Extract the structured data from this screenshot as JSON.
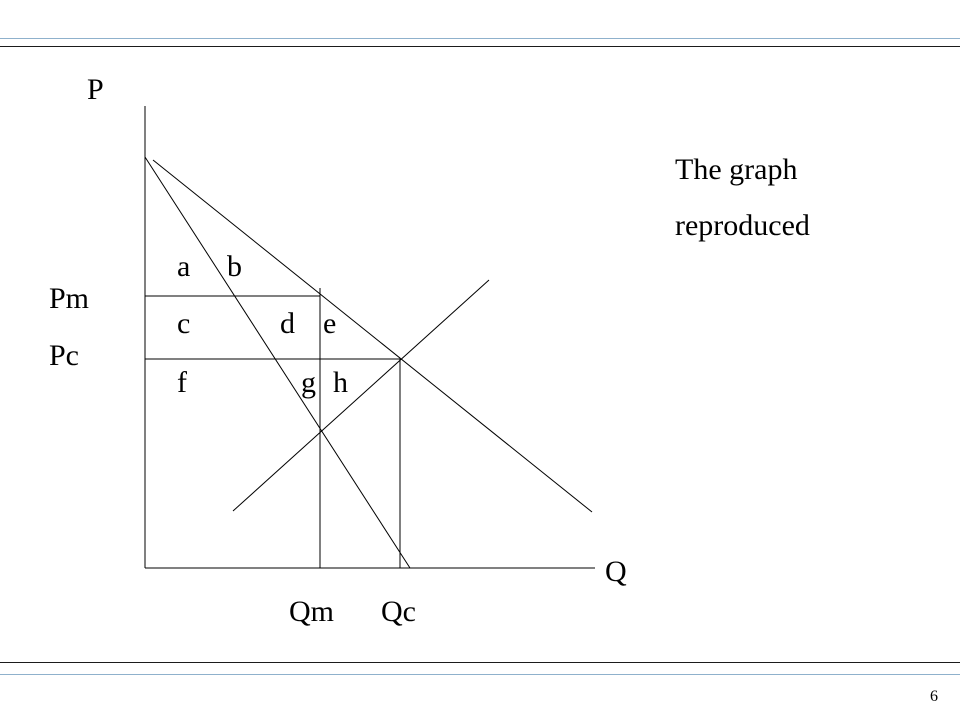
{
  "diagram": {
    "axes": {
      "price": "P",
      "quantity": "Q"
    },
    "price_levels": {
      "monopoly": "Pm",
      "competitive": "Pc"
    },
    "quantity_levels": {
      "monopoly": "Qm",
      "competitive": "Qc"
    },
    "areas": [
      "a",
      "b",
      "c",
      "d",
      "e",
      "f",
      "g",
      "h"
    ]
  },
  "note": {
    "line1": "The graph",
    "line2": "reproduced"
  },
  "slide_number": "6",
  "colors": {
    "rule_blue": "#8fb1cc",
    "rule_dark": "#1b1b1b",
    "line": "#000000"
  }
}
